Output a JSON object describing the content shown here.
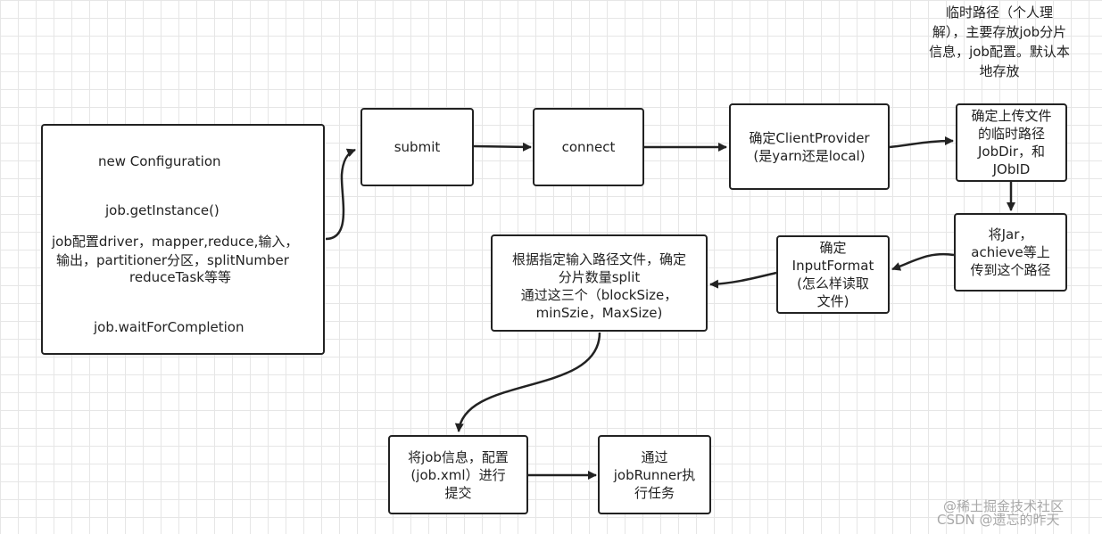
{
  "nodes": {
    "config": {
      "line1": "new Configuration",
      "line2": "job.getInstance()",
      "line3a": "job配置driver，mapper,reduce,输入，",
      "line3b": "输出，partitioner分区，splitNumber",
      "line3c": "reduceTask等等",
      "line4": "job.waitForCompletion"
    },
    "submit": "submit",
    "connect": "connect",
    "client": {
      "a": "确定ClientProvider",
      "b": "(是yarn还是local)"
    },
    "jobdir": {
      "a": "确定上传文件",
      "b": "的临时路径",
      "c": "JobDir，和",
      "d": "JObID"
    },
    "upload": {
      "a": "将Jar，",
      "b": "achieve等上",
      "c": "传到这个路径"
    },
    "inputformat": {
      "a": "确定",
      "b": "InputFormat",
      "c": "(怎么样读取",
      "d": "文件)"
    },
    "split": {
      "a": "根据指定输入路径文件，确定",
      "b": "分片数量split",
      "c": "通过这三个（blockSize，",
      "d": "minSzie，MaxSize)"
    },
    "jobinfo": {
      "a": "将job信息，配置",
      "b": "(job.xml）进行",
      "c": "提交"
    },
    "runner": {
      "a": "通过",
      "b": "jobRunner执",
      "c": "行任务"
    }
  },
  "note": {
    "a": "临时路径（个人理",
    "b": "解），主要存放job分片",
    "c": "信息，job配置。默认本",
    "d": "地存放"
  },
  "watermark": {
    "a": "@稀土掘金技术社区",
    "b": "CSDN @遗忘的昨天"
  }
}
